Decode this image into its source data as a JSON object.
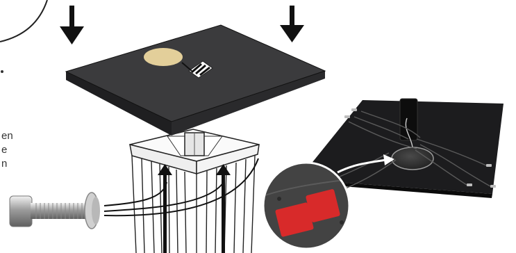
{
  "side_text": {
    "line1": "en",
    "line2": "e",
    "line3": "n"
  },
  "colors": {
    "plate": "#3b3b3d",
    "plate_edge": "#1f1f21",
    "pad": "#e3cf9a",
    "adhesive_red": "#d82a2a",
    "photo_plate": "#1c1c1e",
    "arrow": "#111111"
  },
  "icons": [
    "down-arrow-icon",
    "bolt-icon",
    "adhesive-pad-icon"
  ]
}
